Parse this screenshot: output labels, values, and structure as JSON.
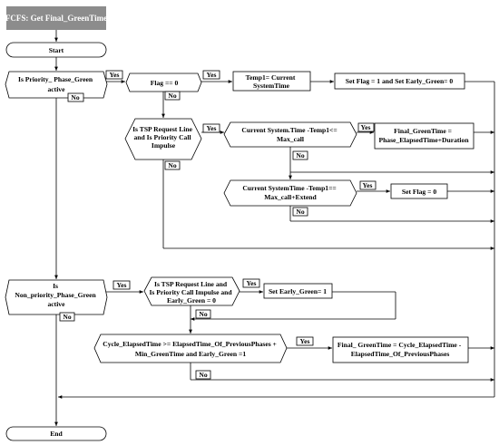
{
  "title": "FCFS: Get Final_GreenTime",
  "nodes": {
    "start": "Start",
    "end": "End",
    "priority_active": [
      "Is Priority_ Phase_Green",
      "active"
    ],
    "flag_check": [
      "Flag == 0"
    ],
    "temp1": [
      "Temp1= Current",
      "SystemTime"
    ],
    "set_flag_early": [
      "Set Flag = 1 and Set Early_Green= 0"
    ],
    "tsp_request_1": [
      "Is TSP Request Line",
      "and Is Priority Call",
      "Impulse"
    ],
    "max_call_check": [
      "Current System.Time -Temp1<=",
      "Max_call"
    ],
    "final_green_1": [
      "Final_GreenTime =",
      "Phase_ElapsedTime+Duration"
    ],
    "max_call_extend_check": [
      "Current SystemTime -Temp1==",
      "Max_call+Extend"
    ],
    "set_flag_zero": [
      "Set Flag = 0"
    ],
    "non_priority_active": [
      "Is",
      "Non_priority_Phase_Green",
      "active"
    ],
    "tsp_request_2": [
      "Is TSP Request Line and",
      "Is Priority Call Impulse and",
      "Early_Green = 0"
    ],
    "set_early_green": [
      "Set Early_Green= 1"
    ],
    "cycle_check": [
      "Cycle_ElapsedTime >= ElapsedTime_Of_PreviousPhases +",
      "Min_GreenTime and Early_Green =1"
    ],
    "final_green_2": [
      "Final_ GreenTime =  Cycle_ElapsedTime -",
      "ElapsedTime_Of_PreviousPhases"
    ]
  },
  "edge_labels": {
    "yes": "Yes",
    "no": "No"
  },
  "colors": {
    "title_bg": "#8c8c8c",
    "title_fg": "#ffffff",
    "line": "#000000"
  }
}
